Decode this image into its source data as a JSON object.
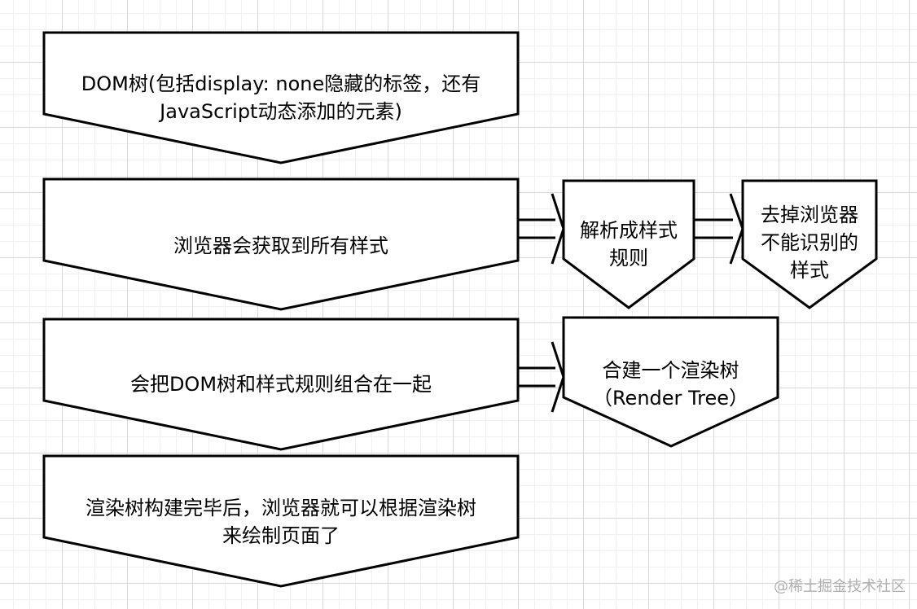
{
  "nodes": {
    "dom": "DOM树(包括display: none隐藏的标签，还有\nJavaScript动态添加的元素)",
    "get_styles": "浏览器会获取到所有样式",
    "parse_rules": "解析成样式\n规则",
    "remove_unknown": "去掉浏览器\n不能识别的\n样式",
    "combine": "会把DOM树和样式规则组合在一起",
    "render_tree": "合建一个渲染树\n（Render Tree）",
    "paint": "渲染树构建完毕后，浏览器就可以根据渲染树\n来绘制页面了"
  },
  "watermark": "@稀土掘金技术社区",
  "colors": {
    "stroke": "#000000",
    "fill": "#ffffff",
    "grid": "#d9d9d9",
    "watermark": "#b0b0b0"
  }
}
